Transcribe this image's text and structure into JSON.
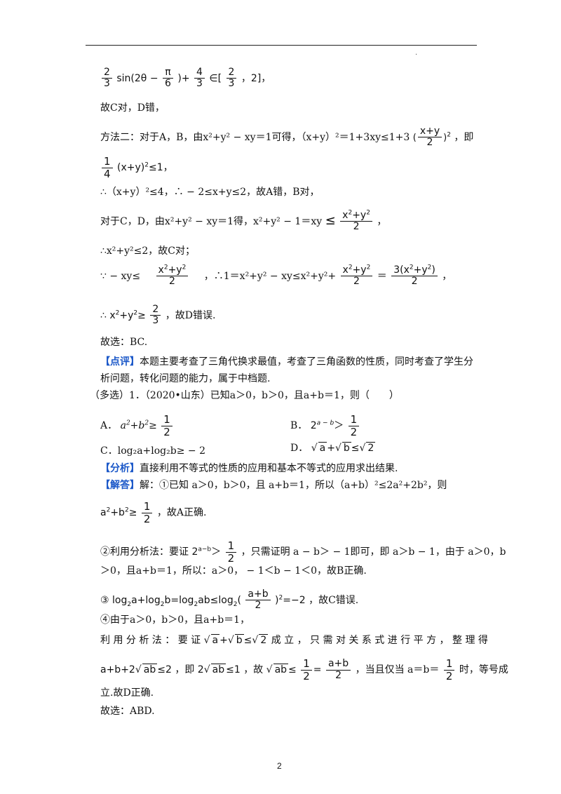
{
  "page": {
    "number": "2",
    "mark": "."
  },
  "lines": {
    "l1": "2/3 sin(2θ − π/6) + 4/3 ∈ [2/3, 2],",
    "l2": "故C对，D错，",
    "l3_text": "方法二：对于A，B，由x²+y² − xy＝1可得，（x+y）²＝1+3xy≤1+3",
    "l3_end": "，即",
    "l4": "∴（x+y）²≤4，∴ − 2≤x+y≤2，故A错，B对，",
    "l5_text": "对于C，D，由x²+y² − xy＝1得，x²+y² − 1＝xy",
    "l6": "∴x²+y²≤2，故C对；",
    "l7_a": "∵ − xy≤",
    "l7_b": "，∴1＝x²+y² − xy≤x²+y²+",
    "l8_end": "，故D错误.",
    "l9": "故选：BC.",
    "review_tag": "【点评】",
    "review_1": "本题主要考查了三角代换求最值，考查了三角函数的性质，同时考查了学生分",
    "review_2": "析问题，转化问题的能力，属于中档题.",
    "problem": "（多选）1．（2020•山东）已知a＞0，b＞0，且a+b＝1，则（　　）",
    "optA_label": "A．",
    "optB_label": "B．",
    "optC": "C．log₂a+log₂b≥ − 2",
    "optD_label": "D．",
    "analysis_tag": "【分析】",
    "analysis": "直接利用不等式的性质的应用和基本不等式的应用求出结果.",
    "answer_tag": "【解答】",
    "answer_1": "解：①已知 a＞0，b＞0，且 a+b＝1，所以（a+b）²≤2a²+2b²，则",
    "answer_2_end": "，故A正确.",
    "s2_a": "②利用分析法：要证",
    "s2_b": "，只需证明 a − b＞ − 1即可，即 a＞b − 1，由于 a＞0，b",
    "s2_c": "＞0，且a+b＝1，所以：a＞0， − 1＜b − 1＜0，故B正确.",
    "s3_a": "③",
    "s3_b": "，故C错误.",
    "s4_a": "④由于a＞0，b＞0，且a+b＝1，",
    "s4_b": "利 用 分 析 法 ： 要 证",
    "s4_b2": "成 立 ， 只 需 对 关 系 式 进 行 平 方 ， 整 理 得",
    "s4_c_mid": "，即",
    "s4_c_mid2": "，故",
    "s4_c_end": "，当且仅当 a＝b＝",
    "s4_c_end2": "时，等号成",
    "s4_d": "立.故D正确.",
    "final": "故选：ABD."
  }
}
